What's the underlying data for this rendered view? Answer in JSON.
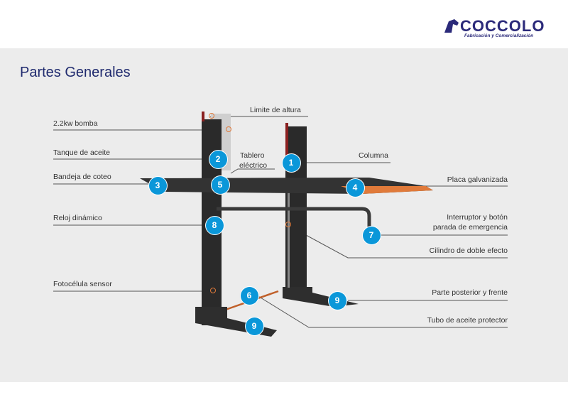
{
  "header": {
    "brand": "COCCOLO",
    "tagline": "Fabricación y Comercialización"
  },
  "title": "Partes Generales",
  "labels_left": [
    "2.2kw bomba",
    "Tanque de aceite",
    "Bandeja de coteo",
    "Reloj dinámico",
    "Fotocélula sensor"
  ],
  "labels_right": {
    "limite": "Limite de altura",
    "tablero_1": "Tablero",
    "tablero_2": "eléctrico",
    "columna": "Columna",
    "placa": "Placa galvanizada",
    "interruptor_1": "Interruptor  y botón",
    "interruptor_2": "parada de emergencia",
    "cilindro": "Cilindro de doble efecto",
    "parte": "Parte posterior y frente",
    "tubo": "Tubo de aceite protector"
  },
  "badges": [
    "1",
    "2",
    "3",
    "4",
    "5",
    "6",
    "7",
    "8",
    "9",
    "9"
  ],
  "colors": {
    "accent": "#0a97d9",
    "brand": "#2b2a7a",
    "plate": "#e07a3a"
  }
}
